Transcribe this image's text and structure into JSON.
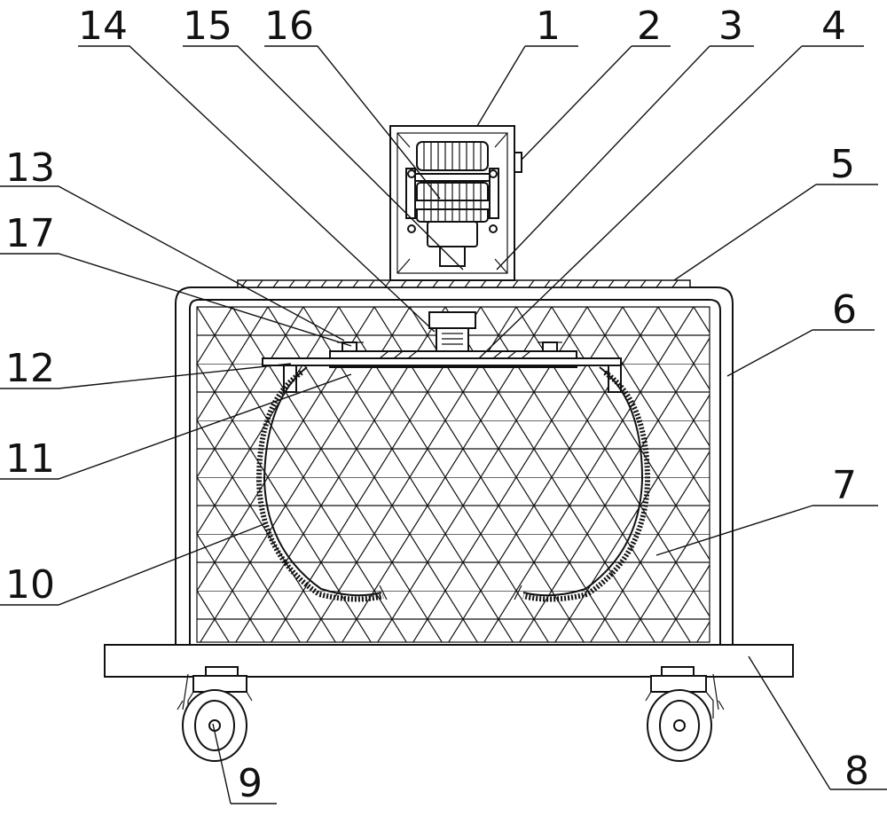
{
  "callouts": [
    {
      "id": "1",
      "label": "1"
    },
    {
      "id": "2",
      "label": "2"
    },
    {
      "id": "3",
      "label": "3"
    },
    {
      "id": "4",
      "label": "4"
    },
    {
      "id": "5",
      "label": "5"
    },
    {
      "id": "6",
      "label": "6"
    },
    {
      "id": "7",
      "label": "7"
    },
    {
      "id": "8",
      "label": "8"
    },
    {
      "id": "9",
      "label": "9"
    },
    {
      "id": "10",
      "label": "10"
    },
    {
      "id": "11",
      "label": "11"
    },
    {
      "id": "12",
      "label": "12"
    },
    {
      "id": "13",
      "label": "13"
    },
    {
      "id": "14",
      "label": "14"
    },
    {
      "id": "15",
      "label": "15"
    },
    {
      "id": "16",
      "label": "16"
    },
    {
      "id": "17",
      "label": "17"
    }
  ]
}
